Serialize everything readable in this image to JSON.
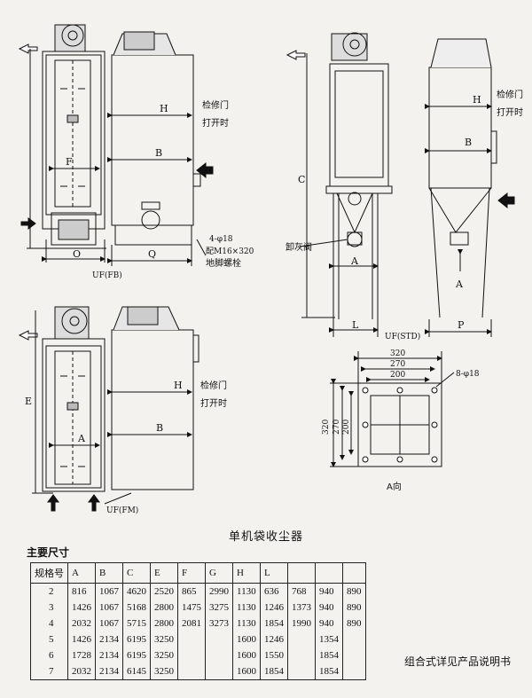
{
  "labels": {
    "tl_o": "O",
    "tl_q": "Q",
    "tl_f": "F",
    "tl_h": "H",
    "tl_b": "B",
    "tl_access": "检修门",
    "tl_open": "打开时",
    "tl_bolts_a": "4-φ18",
    "tl_bolts_b": "配M16×320",
    "tl_bolts_c": "地脚螺栓",
    "tl_code": "UF(FB)",
    "tr_c": "C",
    "tr_h": "H",
    "tr_access": "检修门",
    "tr_open": "打开时",
    "tr_b": "B",
    "tr_valve": "卸灰阀",
    "tr_a": "A",
    "tr_a2": "A",
    "tr_l": "L",
    "tr_p": "P",
    "tr_code": "UF(STD)",
    "bl_e": "E",
    "bl_a": "A",
    "bl_h": "H",
    "bl_access": "检修门",
    "bl_open": "打开时",
    "bl_b": "B",
    "bl_code": "UF(FM)",
    "flange_320": "320",
    "flange_270": "270",
    "flange_200": "200",
    "flange_320v": "320",
    "flange_270v": "270",
    "flange_200v": "200",
    "flange_holes": "8-φ18",
    "flange_view": "A向"
  },
  "caption": "单机袋收尘器",
  "subtitle": "主要尺寸",
  "table": {
    "headers": [
      "规格号",
      "A",
      "B",
      "C",
      "E",
      "F",
      "G",
      "H",
      "L",
      "",
      "",
      ""
    ],
    "rows": [
      [
        "2",
        "816",
        "1067",
        "4620",
        "2520",
        "865",
        "2990",
        "1130",
        "636",
        "768",
        "940",
        "890"
      ],
      [
        "3",
        "1426",
        "1067",
        "5168",
        "2800",
        "1475",
        "3275",
        "1130",
        "1246",
        "1373",
        "940",
        "890"
      ],
      [
        "4",
        "2032",
        "1067",
        "5715",
        "2800",
        "2081",
        "3273",
        "1130",
        "1854",
        "1990",
        "940",
        "890"
      ],
      [
        "5",
        "1426",
        "2134",
        "6195",
        "3250",
        "",
        "",
        "1600",
        "1246",
        "",
        "1354",
        ""
      ],
      [
        "6",
        "1728",
        "2134",
        "6195",
        "3250",
        "",
        "",
        "1600",
        "1550",
        "",
        "1854",
        ""
      ],
      [
        "7",
        "2032",
        "2134",
        "6145",
        "3250",
        "",
        "",
        "1600",
        "1854",
        "",
        "1854",
        ""
      ]
    ]
  },
  "note": "组合式详见产品说明书"
}
